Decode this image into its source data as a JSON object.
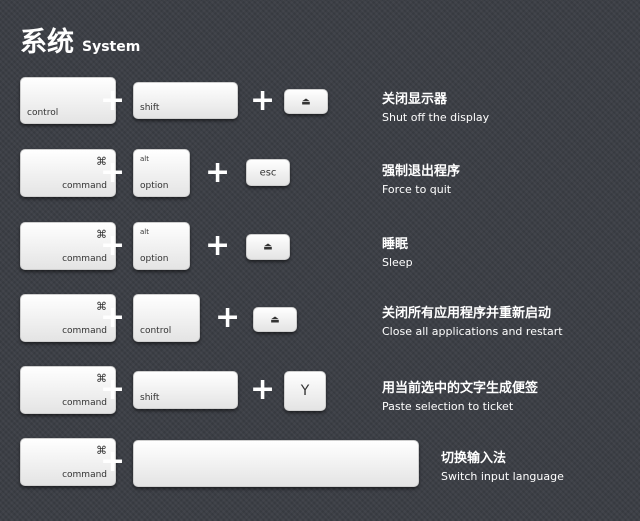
{
  "header": {
    "title_zh": "系统",
    "title_en": "System"
  },
  "symbols": {
    "command": "⌘",
    "eject": "⏏",
    "plus": "+"
  },
  "rows": [
    {
      "keys": [
        "control",
        "shift",
        "eject"
      ],
      "desc_zh": "关闭显示器",
      "desc_en": "Shut off the display"
    },
    {
      "keys": [
        "command",
        "alt option",
        "esc"
      ],
      "desc_zh": "强制退出程序",
      "desc_en": "Force to quit"
    },
    {
      "keys": [
        "command",
        "alt option",
        "eject"
      ],
      "desc_zh": "睡眠",
      "desc_en": "Sleep"
    },
    {
      "keys": [
        "command",
        "control",
        "eject"
      ],
      "desc_zh": "关闭所有应用程序并重新启动",
      "desc_en": "Close all applications and restart"
    },
    {
      "keys": [
        "command",
        "shift",
        "Y"
      ],
      "desc_zh": "用当前选中的文字生成便签",
      "desc_en": "Paste selection to ticket"
    },
    {
      "keys": [
        "command",
        "space"
      ],
      "desc_zh": "切换输入法",
      "desc_en": "Switch input language"
    }
  ],
  "labels": {
    "control": "control",
    "shift": "shift",
    "command": "command",
    "alt": "alt",
    "option": "option",
    "esc": "esc",
    "y": "Y"
  }
}
